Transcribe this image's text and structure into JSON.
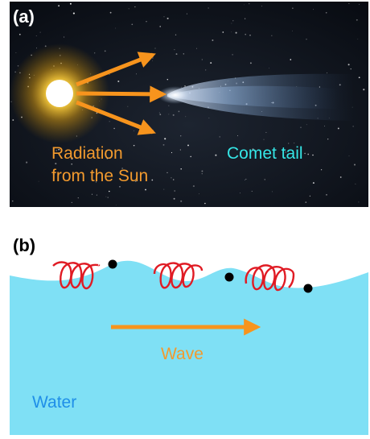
{
  "panel_a": {
    "label": "(a)",
    "radiation_line1": "Radiation",
    "radiation_line2": "from the Sun",
    "comet_label": "Comet tail"
  },
  "panel_b": {
    "label": "(b)",
    "wave_label": "Wave",
    "water_label": "Water"
  },
  "colors": {
    "radiation_text": "#f29a2e",
    "comet_text": "#35e6e6",
    "arrow": "#f7941d",
    "sun": "#ffffff",
    "sun_glow": "#ffd23f",
    "water": "#7fe0f5",
    "water_text": "#1f8fe8",
    "spiral": "#e01b24",
    "particle": "#000000"
  }
}
